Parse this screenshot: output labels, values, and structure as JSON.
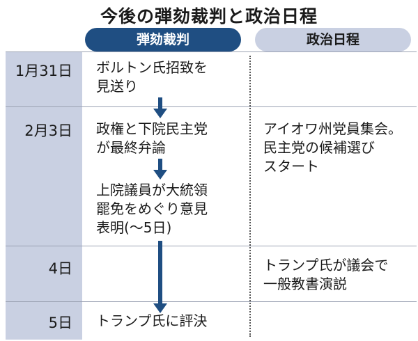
{
  "title": "今後の弾劾裁判と政治日程",
  "columns": {
    "left": "弾劾裁判",
    "right": "政治日程"
  },
  "rows": [
    {
      "date": "1月31日",
      "left": [
        "ボルトン氏招致を",
        "見送り"
      ],
      "right": []
    },
    {
      "date": "2月3日",
      "left": [
        "政権と下院民主党",
        "が最終弁論"
      ],
      "left2": [
        "上院議員が大統領",
        "罷免をめぐり意見",
        "表明(～5日)"
      ],
      "right": [
        "アイオワ州党員集会。",
        "民主党の候補選び",
        "スタート"
      ]
    },
    {
      "date": "4日",
      "left": [],
      "right": [
        "トランプ氏が議会で",
        "一般教書演説"
      ]
    },
    {
      "date": "5日",
      "left": [
        "トランプ氏に評決"
      ],
      "right": []
    }
  ],
  "colors": {
    "accent": "#1f4e82",
    "datecol": "#c9d0e2"
  }
}
